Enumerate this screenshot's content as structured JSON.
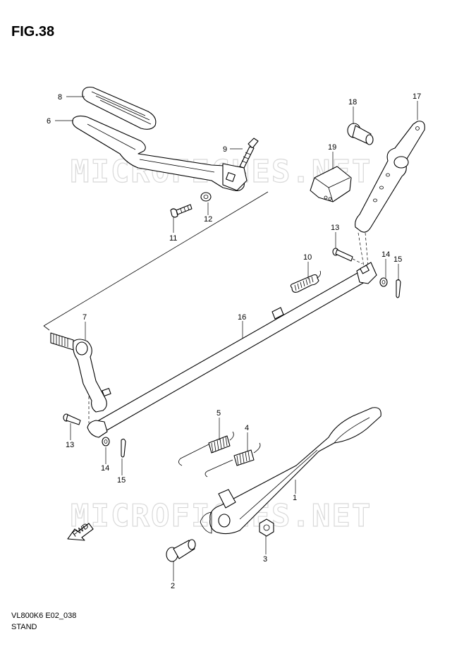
{
  "figure": {
    "title": "FIG.38",
    "code": "VL800K6 E02_038",
    "name": "STAND",
    "watermark": "MICROFICHES.NET",
    "direction_label": "FWD"
  },
  "callouts": [
    {
      "id": "c8",
      "label": "8"
    },
    {
      "id": "c6",
      "label": "6"
    },
    {
      "id": "c9",
      "label": "9"
    },
    {
      "id": "c12",
      "label": "12"
    },
    {
      "id": "c11",
      "label": "11"
    },
    {
      "id": "c18",
      "label": "18"
    },
    {
      "id": "c19",
      "label": "19"
    },
    {
      "id": "c17",
      "label": "17"
    },
    {
      "id": "c13a",
      "label": "13"
    },
    {
      "id": "c10",
      "label": "10"
    },
    {
      "id": "c14a",
      "label": "14"
    },
    {
      "id": "c15a",
      "label": "15"
    },
    {
      "id": "c7",
      "label": "7"
    },
    {
      "id": "c16",
      "label": "16"
    },
    {
      "id": "c13b",
      "label": "13"
    },
    {
      "id": "c14b",
      "label": "14"
    },
    {
      "id": "c15b",
      "label": "15"
    },
    {
      "id": "c5",
      "label": "5"
    },
    {
      "id": "c4",
      "label": "4"
    },
    {
      "id": "c1",
      "label": "1"
    },
    {
      "id": "c3",
      "label": "3"
    },
    {
      "id": "c2",
      "label": "2"
    }
  ]
}
